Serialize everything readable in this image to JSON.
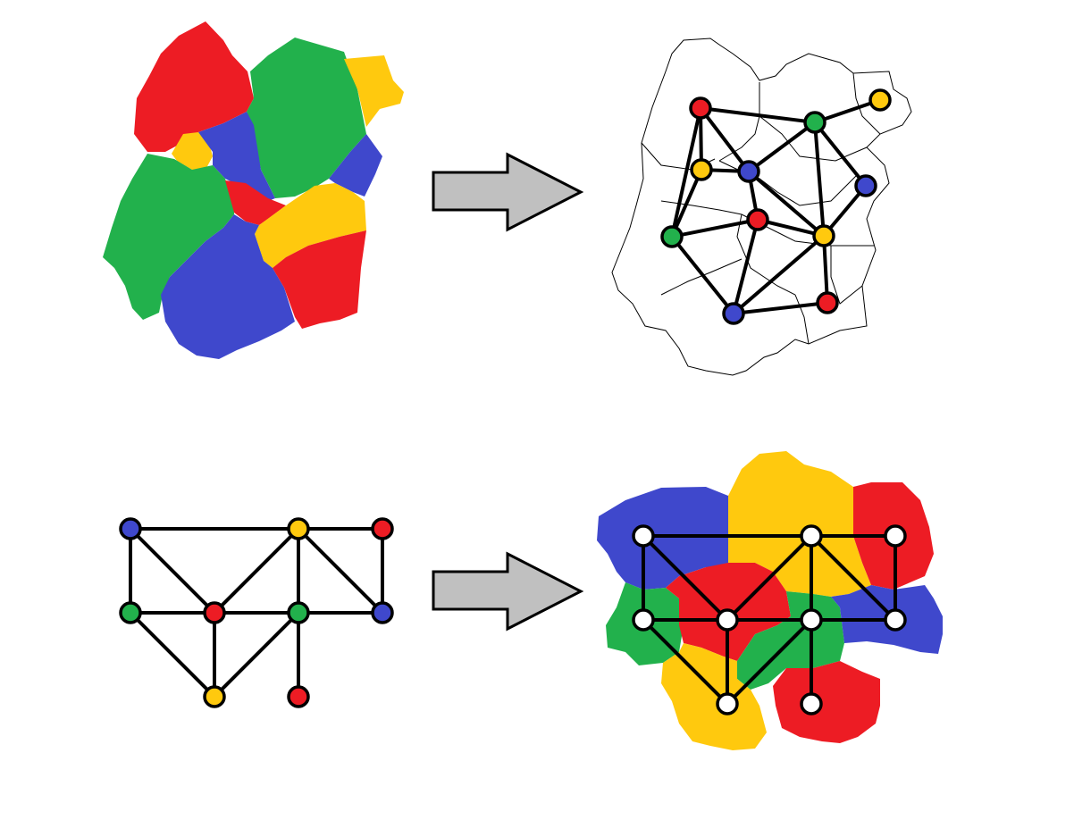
{
  "colors": {
    "red": "#ed1c24",
    "green": "#22b14c",
    "blue": "#3f48cc",
    "yellow": "#ffc90e",
    "white": "#ffffff",
    "arrow": "#c0c0c0"
  },
  "panels": [
    {
      "name": "top-left-colored-map"
    },
    {
      "name": "top-right-map-with-graph"
    },
    {
      "name": "bottom-left-colored-graph"
    },
    {
      "name": "bottom-right-map-from-graph"
    }
  ],
  "top_graph": {
    "nodes": [
      {
        "id": "n1",
        "color": "red"
      },
      {
        "id": "n2",
        "color": "green"
      },
      {
        "id": "n3",
        "color": "yellow"
      },
      {
        "id": "n4",
        "color": "yellow"
      },
      {
        "id": "n5",
        "color": "blue"
      },
      {
        "id": "n6",
        "color": "blue"
      },
      {
        "id": "n7",
        "color": "red"
      },
      {
        "id": "n8",
        "color": "green"
      },
      {
        "id": "n9",
        "color": "yellow"
      },
      {
        "id": "n10",
        "color": "blue"
      },
      {
        "id": "n11",
        "color": "red"
      }
    ],
    "edges": [
      [
        "n1",
        "n2"
      ],
      [
        "n2",
        "n3"
      ],
      [
        "n1",
        "n4"
      ],
      [
        "n1",
        "n5"
      ],
      [
        "n1",
        "n8"
      ],
      [
        "n4",
        "n5"
      ],
      [
        "n4",
        "n8"
      ],
      [
        "n5",
        "n2"
      ],
      [
        "n2",
        "n6"
      ],
      [
        "n2",
        "n9"
      ],
      [
        "n5",
        "n7"
      ],
      [
        "n5",
        "n9"
      ],
      [
        "n8",
        "n7"
      ],
      [
        "n7",
        "n9"
      ],
      [
        "n6",
        "n9"
      ],
      [
        "n8",
        "n10"
      ],
      [
        "n7",
        "n10"
      ],
      [
        "n9",
        "n10"
      ],
      [
        "n9",
        "n11"
      ],
      [
        "n10",
        "n11"
      ]
    ]
  },
  "bottom_graph": {
    "nodes": [
      {
        "id": "a",
        "color": "blue"
      },
      {
        "id": "b",
        "color": "yellow"
      },
      {
        "id": "c",
        "color": "red"
      },
      {
        "id": "d",
        "color": "green"
      },
      {
        "id": "e",
        "color": "red"
      },
      {
        "id": "f",
        "color": "green"
      },
      {
        "id": "g",
        "color": "blue"
      },
      {
        "id": "h",
        "color": "yellow"
      },
      {
        "id": "i",
        "color": "red"
      }
    ],
    "edges": [
      [
        "a",
        "b"
      ],
      [
        "b",
        "c"
      ],
      [
        "a",
        "d"
      ],
      [
        "a",
        "e"
      ],
      [
        "b",
        "e"
      ],
      [
        "b",
        "f"
      ],
      [
        "b",
        "g"
      ],
      [
        "c",
        "g"
      ],
      [
        "d",
        "e"
      ],
      [
        "e",
        "f"
      ],
      [
        "f",
        "g"
      ],
      [
        "d",
        "h"
      ],
      [
        "e",
        "h"
      ],
      [
        "f",
        "h"
      ],
      [
        "f",
        "i"
      ]
    ]
  }
}
